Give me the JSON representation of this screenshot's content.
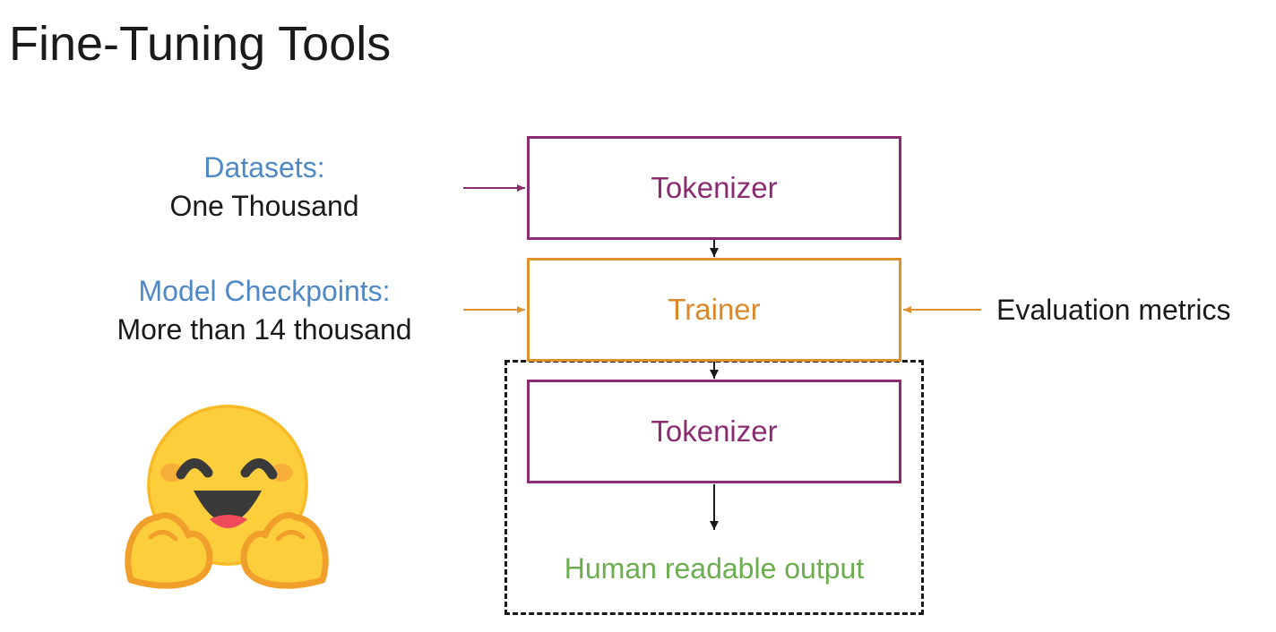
{
  "title": "Fine-Tuning Tools",
  "inputs": {
    "datasets": {
      "heading": "Datasets:",
      "value": "One Thousand"
    },
    "checkpoints": {
      "heading": "Model Checkpoints:",
      "value": "More than 14 thousand"
    }
  },
  "boxes": {
    "tokenizer_top": "Tokenizer",
    "trainer": "Trainer",
    "tokenizer_bottom": "Tokenizer"
  },
  "evaluation": "Evaluation metrics",
  "output": "Human readable output",
  "icons": {
    "mascot": "hugging-face-emoji-icon"
  },
  "colors": {
    "tokenizer": "#8b2c73",
    "trainer": "#e0912f",
    "heading_blue": "#4e88c6",
    "output_green": "#6cad50"
  }
}
